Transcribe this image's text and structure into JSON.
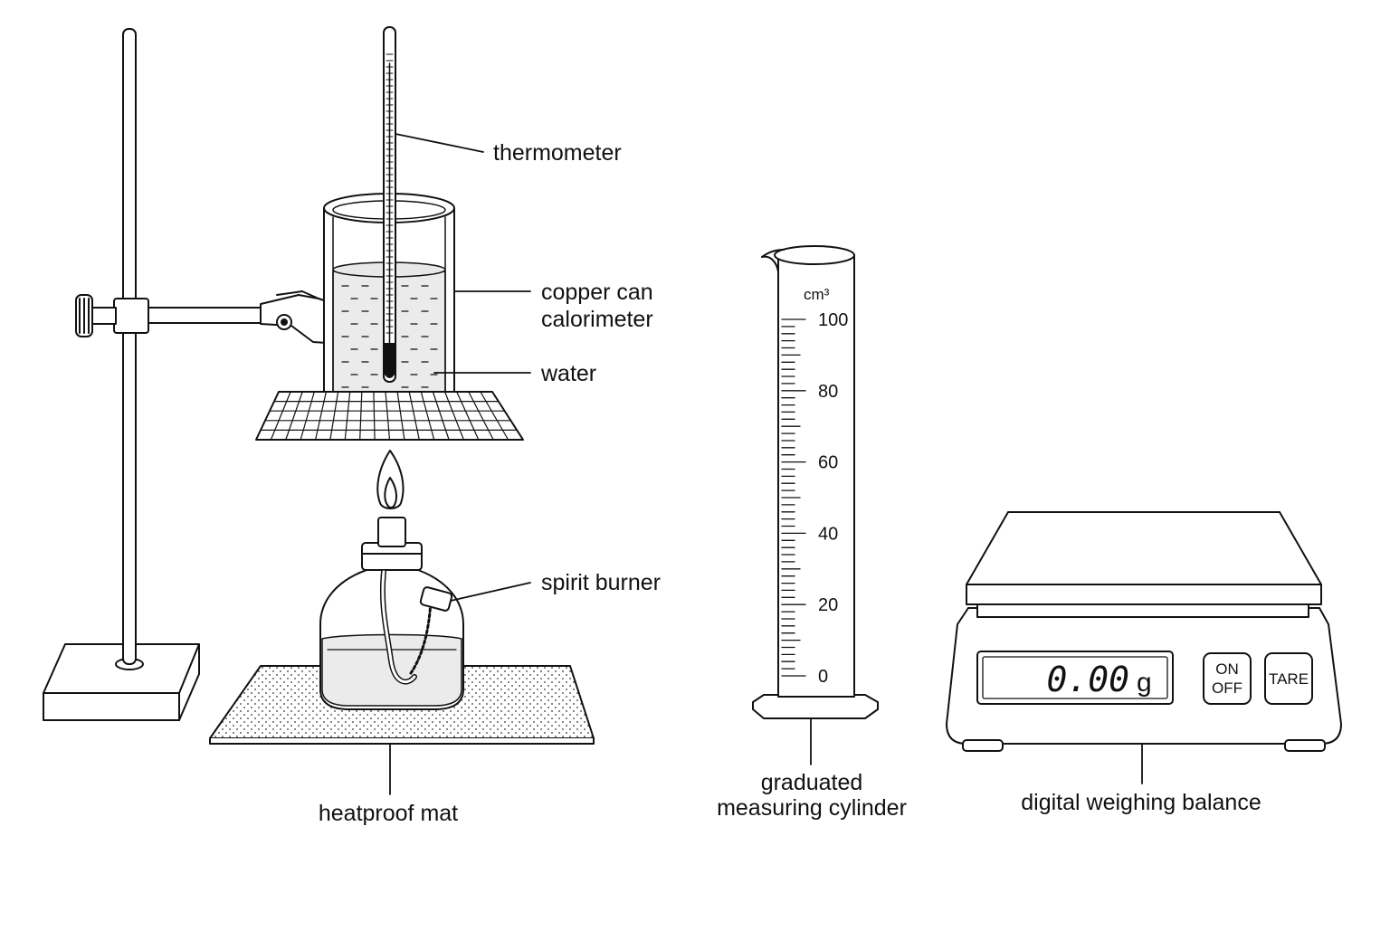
{
  "labels": {
    "thermometer": "thermometer",
    "can_line1": "copper can",
    "can_line2": "calorimeter",
    "water": "water",
    "spirit_burner": "spirit burner",
    "heatproof_mat": "heatproof mat",
    "cylinder_line1": "graduated",
    "cylinder_line2": "measuring cylinder",
    "balance": "digital weighing balance"
  },
  "cylinder": {
    "unit": "cm³",
    "ticks": [
      "100",
      "80",
      "60",
      "40",
      "20",
      "0"
    ]
  },
  "balance": {
    "reading": "0.00",
    "reading_unit": "g",
    "on_off_line1": "ON",
    "on_off_line2": "OFF",
    "tare": "TARE"
  },
  "colors": {
    "ink": "#111111",
    "liquid": "#ebebeb"
  }
}
